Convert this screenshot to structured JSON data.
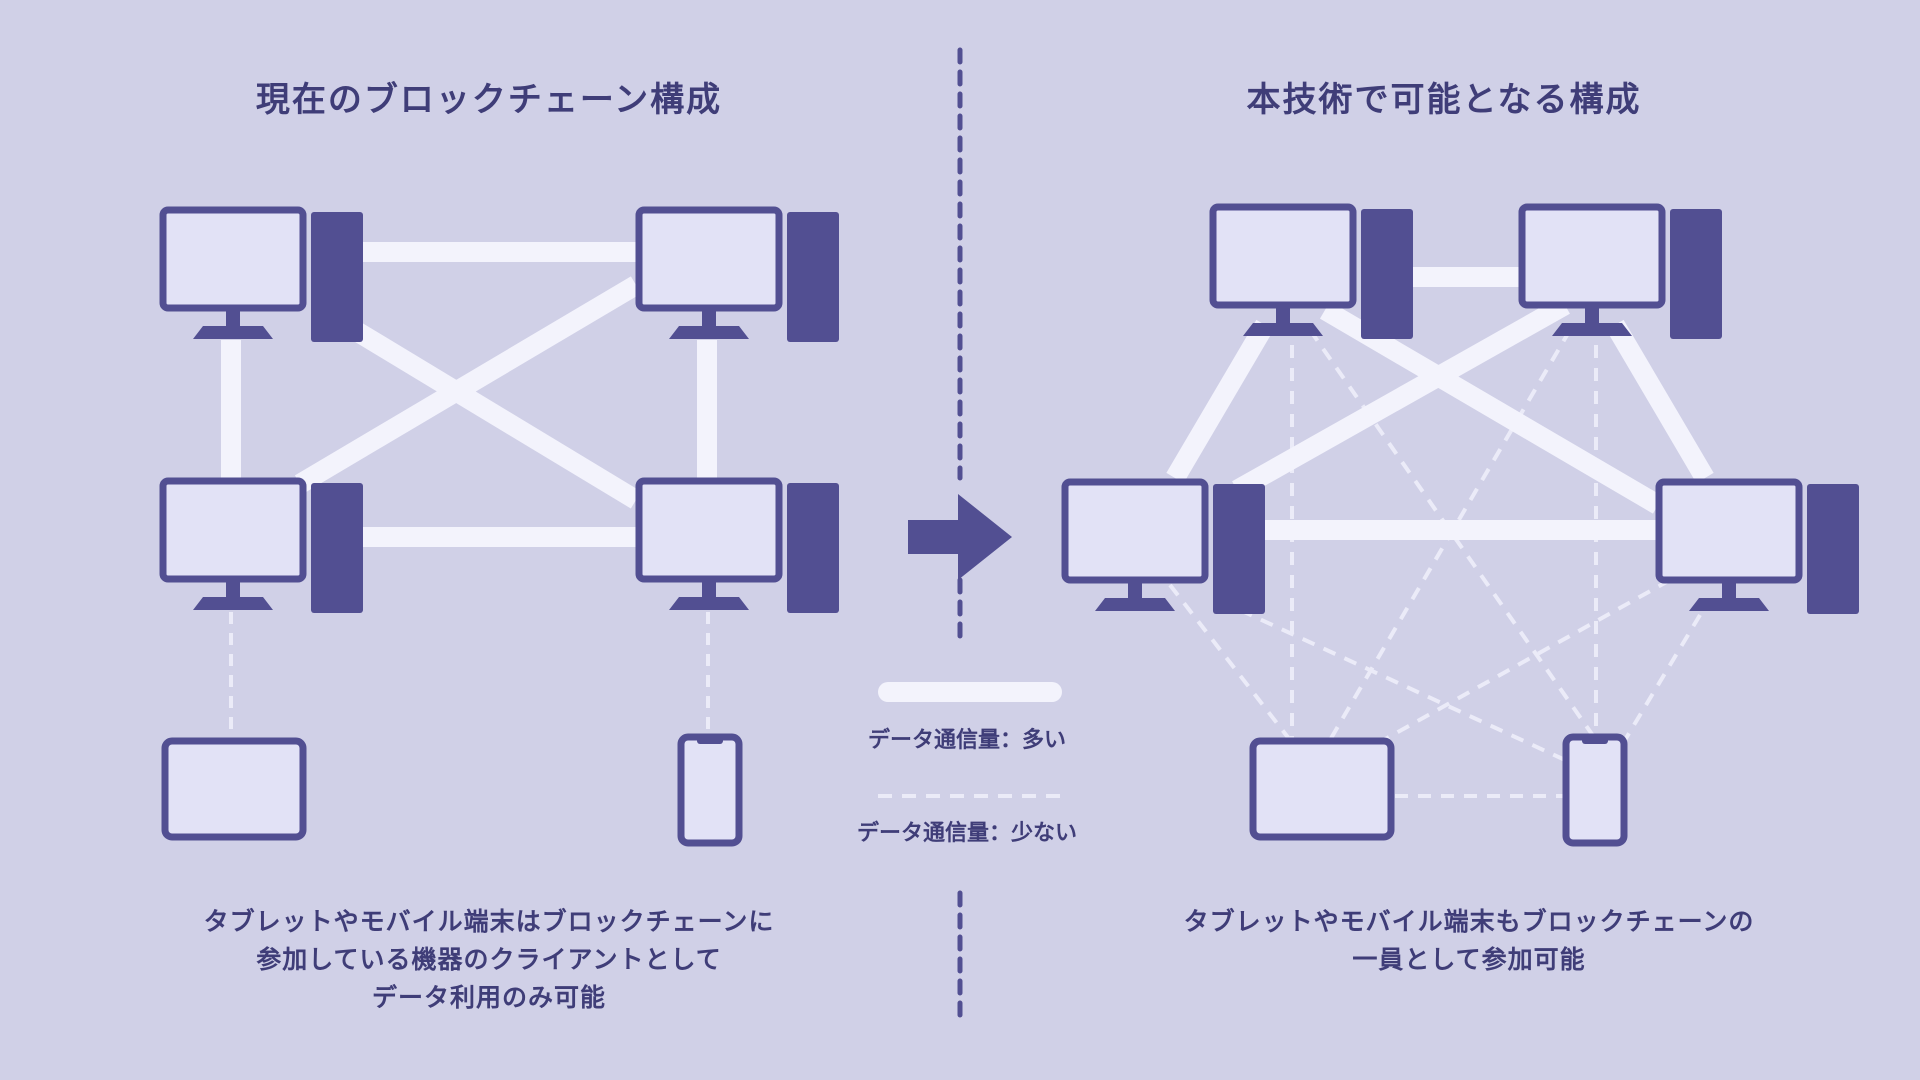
{
  "left": {
    "title": "現在のブロックチェーン構成",
    "caption_lines": [
      "タブレットやモバイル端末はブロックチェーンに",
      "参加している機器のクライアントとして",
      "データ利用のみ可能"
    ]
  },
  "right": {
    "title": "本技術で可能となる構成",
    "caption_lines": [
      "タブレットやモバイル端末もブロックチェーンの",
      "一員として参加可能"
    ]
  },
  "legend": {
    "solid_label": "データ通信量：多い",
    "dashed_label": "データ通信量：少ない"
  },
  "colors": {
    "background": "#d0d0e7",
    "device": "#524f92",
    "screen": "#e2e2f6",
    "link": "#f3f3fc"
  },
  "icons": [
    "desktop-computer-icon",
    "tablet-icon",
    "smartphone-icon",
    "arrow-right-icon"
  ]
}
